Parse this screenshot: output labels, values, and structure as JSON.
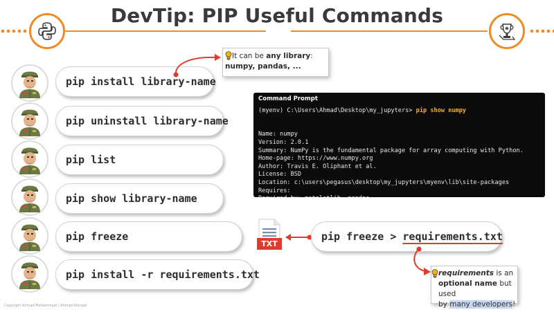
{
  "title": "DevTip:  PIP Useful Commands",
  "colors": {
    "accent": "#f08a24",
    "arrow": "#e03b2e",
    "bulb": "#f5b400",
    "terminal_bg": "#0b0b0b"
  },
  "icons": {
    "left_logo": "python-logo-icon",
    "right_logo": "trophy-icon",
    "avatar": "soldier-avatar-icon",
    "file": "txt-file-icon",
    "tip": "lightbulb-icon"
  },
  "commands": [
    "pip install library-name",
    "pip uninstall library-name",
    "pip list",
    "pip show library-name",
    "pip freeze",
    "pip install -r requirements.txt"
  ],
  "tip1": {
    "prefix": "It can be ",
    "bold": "any library",
    "suffix": ":",
    "line2": "numpy, pandas, ..."
  },
  "terminal": {
    "title": "Command Prompt",
    "prompt": "(myenv) C:\\Users\\Ahmad\\Desktop\\my_jupyters> ",
    "command": "pip show numpy",
    "output": [
      "Name: numpy",
      "Version: 2.0.1",
      "Summary: NumPy is the fundamental package for array computing with Python.",
      "Home-page: https://www.numpy.org",
      "Author: Travis E. Oliphant et al.",
      "License: BSD",
      "Location: c:\\users\\pegasus\\desktop\\my_jupyters\\myenv\\lib\\site-packages",
      "Requires:",
      "Required-by: matplotlib, pandas"
    ]
  },
  "file_label": "TXT",
  "freeze_redirect": {
    "prefix": "pip freeze > ",
    "file": "requirements.txt"
  },
  "tip2": {
    "bold_italic": "requirements",
    "text1": " is an",
    "bold2": "optional name",
    "text2": " but used",
    "text3": "by ",
    "highlight": "many developers",
    "text4": "!"
  },
  "footer": "Copyright Ahmad Mohammadi | Ahmad Ahmadi"
}
